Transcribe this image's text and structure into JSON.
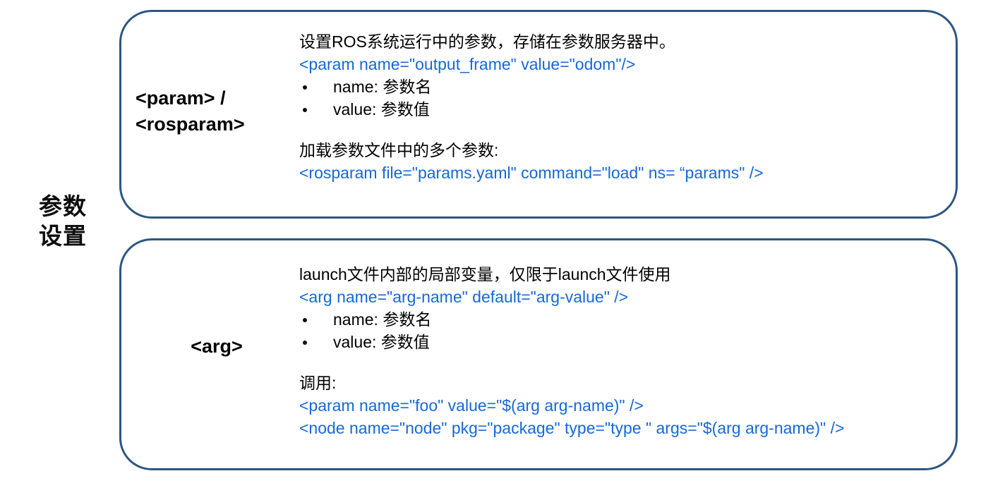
{
  "group": {
    "label_line1": "参数",
    "label_line2": "设置"
  },
  "theme": {
    "box_border_color": "#2e5680",
    "code_color": "#1668d6",
    "text_color": "#000000",
    "background": "#ffffff"
  },
  "boxes": [
    {
      "tag_line1": "<param> /",
      "tag_line2": "<rosparam>",
      "lines": [
        {
          "text": "设置ROS系统运行中的参数，存储在参数服务器中。",
          "kind": "text"
        },
        {
          "text": "<param name=\"output_frame\" value=\"odom\"/>",
          "kind": "code"
        }
      ],
      "bullets": [
        "name: 参数名",
        "value: 参数值"
      ],
      "lines_after": [
        {
          "text": "加载参数文件中的多个参数:",
          "kind": "text"
        },
        {
          "text": "<rosparam file=\"params.yaml\" command=\"load\" ns= “params\" />",
          "kind": "code"
        }
      ]
    },
    {
      "tag_line1": "<arg>",
      "tag_line2": "",
      "lines": [
        {
          "text": "launch文件内部的局部变量，仅限于launch文件使用",
          "kind": "text"
        },
        {
          "text": "<arg name=\"arg-name\"  default=\"arg-value\" />",
          "kind": "code"
        }
      ],
      "bullets": [
        "name: 参数名",
        "value: 参数值"
      ],
      "lines_after": [
        {
          "text": "调用:",
          "kind": "text"
        },
        {
          "text": "<param name=\"foo\" value=\"$(arg arg-name)\" />",
          "kind": "code"
        },
        {
          "text": "<node name=\"node\" pkg=\"package\" type=\"type \" args=\"$(arg arg-name)\" />",
          "kind": "code"
        }
      ]
    }
  ]
}
